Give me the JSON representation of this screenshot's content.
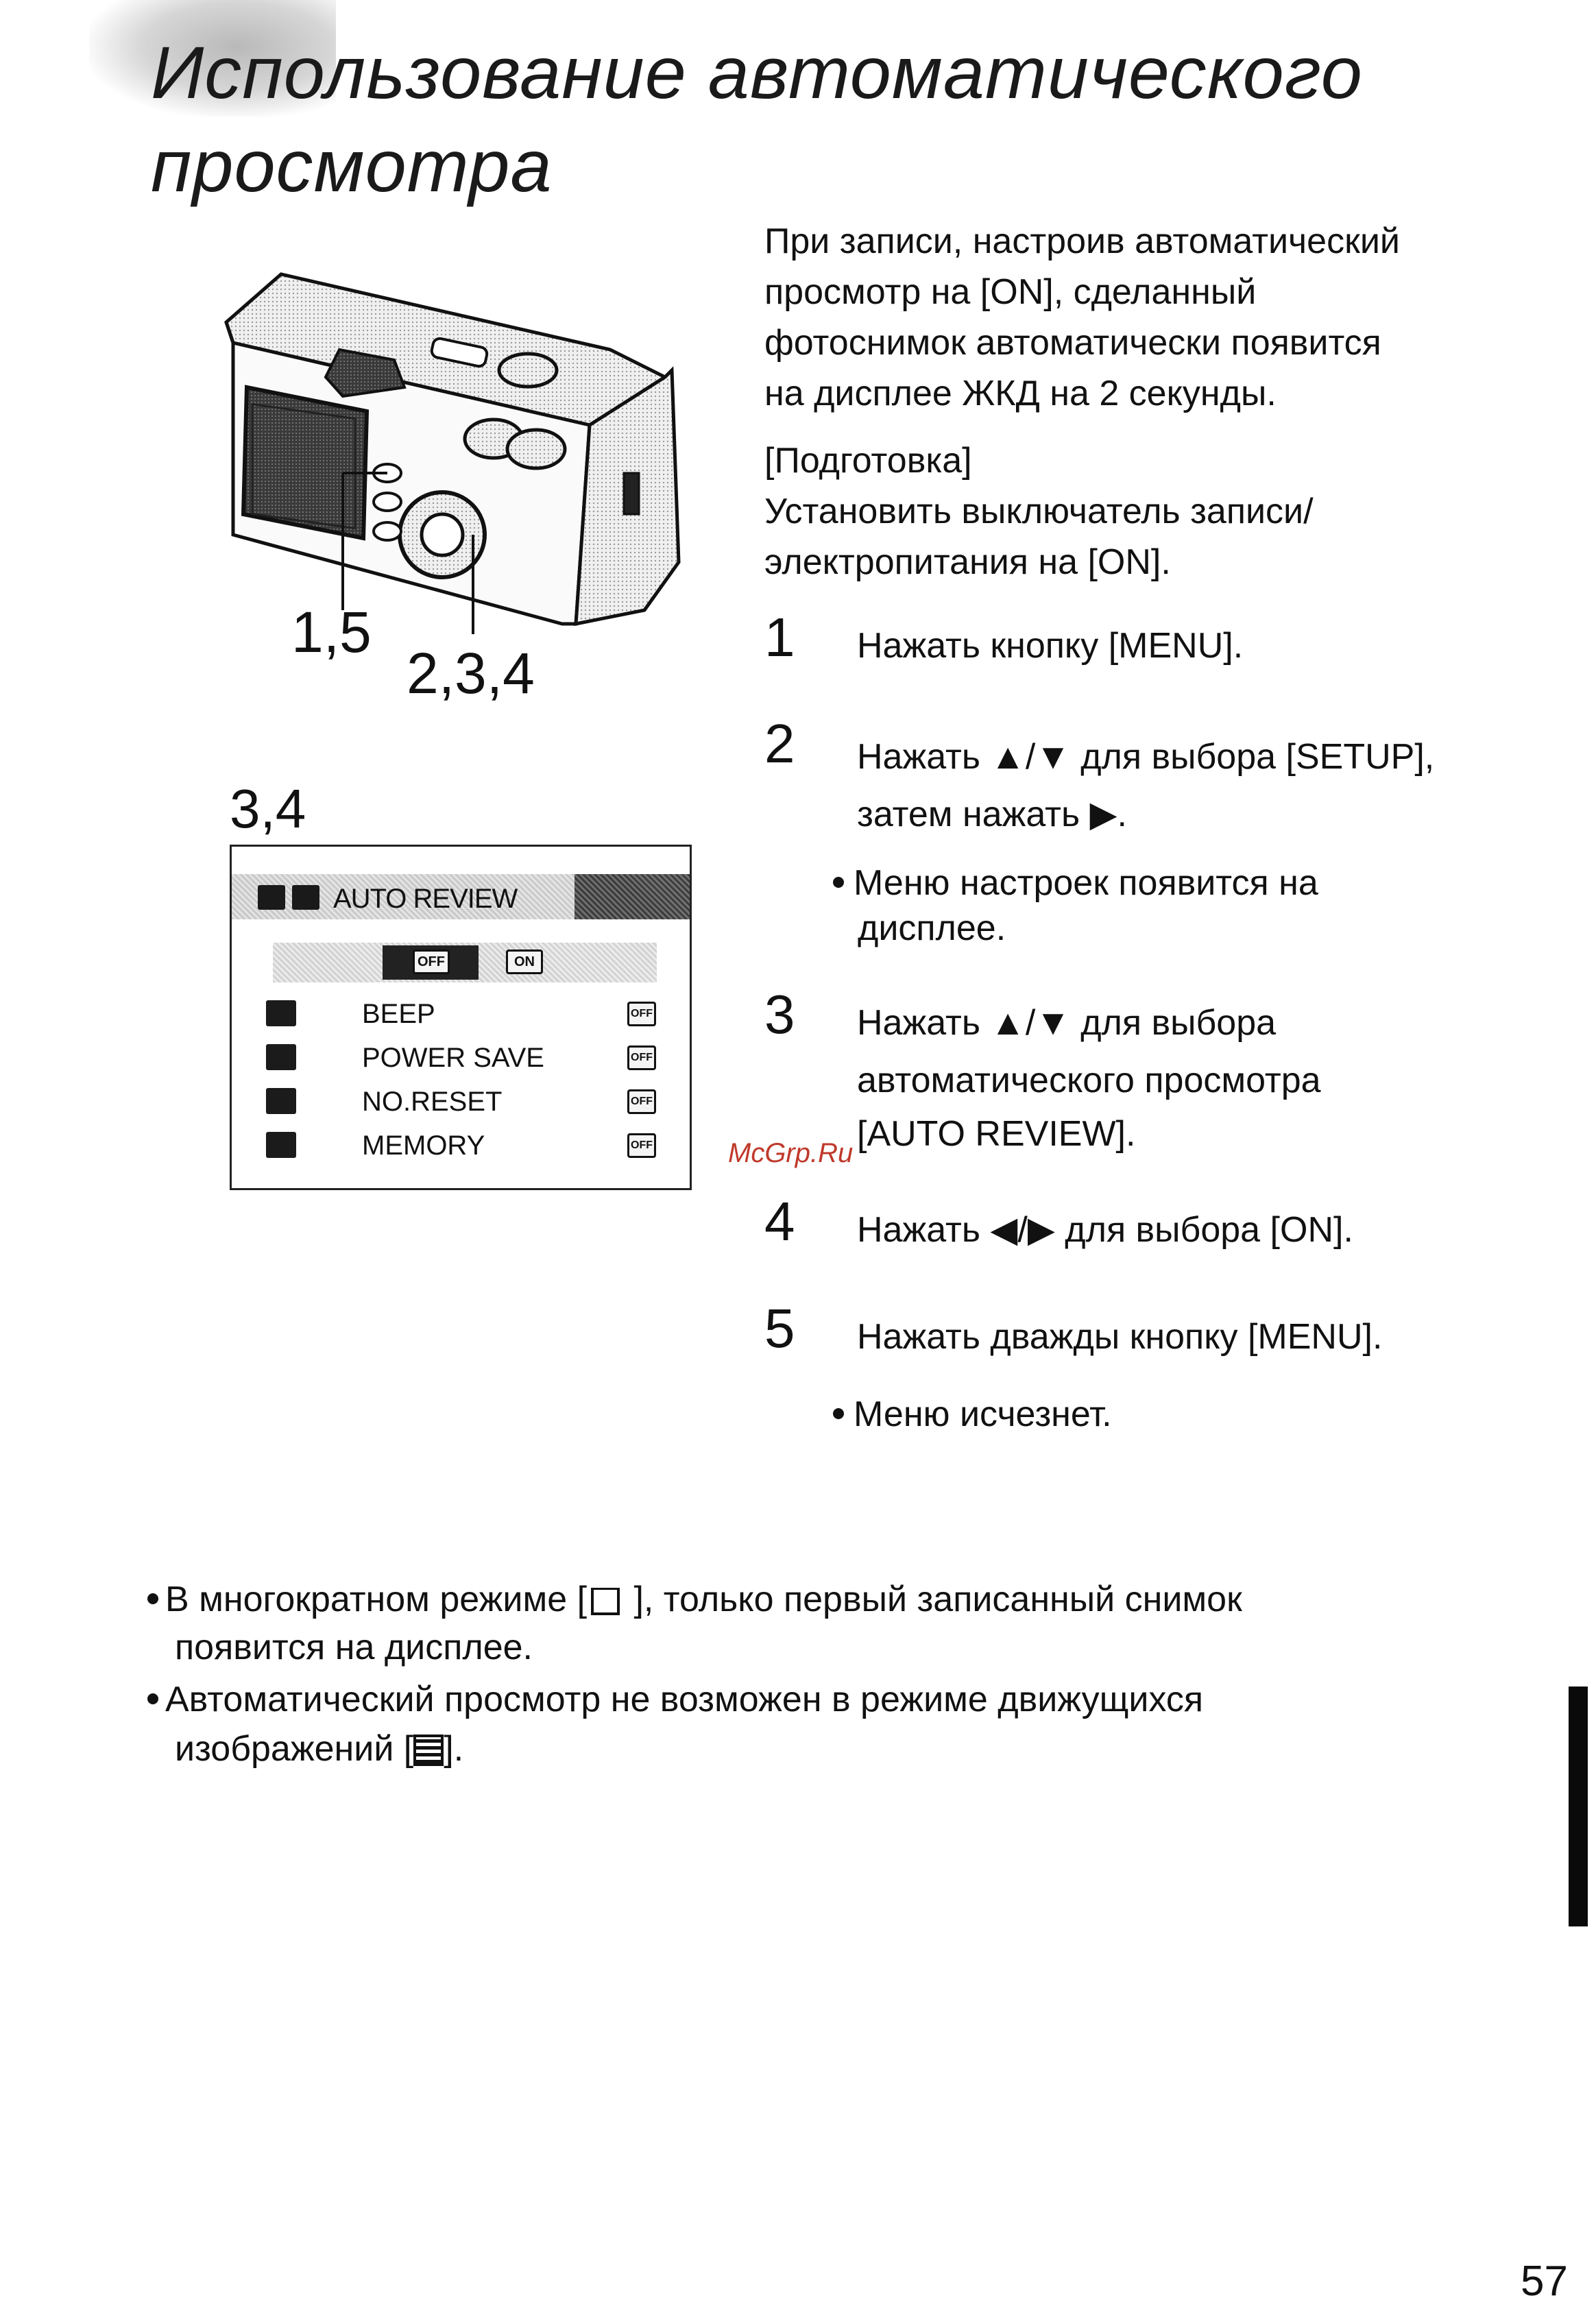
{
  "title": {
    "line1": "Использование автоматического",
    "line2": "просмотра"
  },
  "intro": [
    "При записи, настроив автоматический",
    "просмотр на [ON], сделанный",
    "фотоснимок автоматически появится",
    "на дисплее ЖКД на 2 секунды."
  ],
  "preparation": {
    "label": "[Подготовка]",
    "lines": [
      "Установить выключатель записи/",
      "электропитания на [ON]."
    ]
  },
  "steps": [
    {
      "num": "1",
      "lines": [
        "Нажать кнопку [MENU]."
      ]
    },
    {
      "num": "2",
      "lines": [
        "Нажать ▲/▼ для выбора [SETUP],",
        "затем нажать ▶."
      ],
      "bullet": [
        "Меню настроек появится на",
        "дисплее."
      ]
    },
    {
      "num": "3",
      "lines": [
        "Нажать ▲/▼ для выбора",
        "автоматического просмотра",
        "[AUTO REVIEW]."
      ]
    },
    {
      "num": "4",
      "lines": [
        "Нажать ◀/▶ для выбора [ON]."
      ]
    },
    {
      "num": "5",
      "lines": [
        "Нажать дважды кнопку [MENU]."
      ],
      "bullet": [
        "Меню исчезнет."
      ]
    }
  ],
  "callouts": {
    "c15": "1,5",
    "c234": "2,3,4",
    "c34": "3,4"
  },
  "menu_screen": {
    "header": "AUTO REVIEW",
    "options": [
      "OFF",
      "ON"
    ],
    "items": [
      {
        "label": "BEEP",
        "value": "OFF"
      },
      {
        "label": "POWER SAVE",
        "value": "OFF"
      },
      {
        "label": "NO.RESET",
        "value": "OFF"
      },
      {
        "label": "MEMORY",
        "value": "OFF"
      }
    ]
  },
  "watermark": "McGrp.Ru",
  "notes": {
    "n1_a": "В многократном режиме [",
    "n1_b": " ], только первый записанный снимок",
    "n1_c": "появится на дисплее.",
    "n2_a": "Автоматический просмотр не возможен в режиме движущихся",
    "n2_b": "изображений [",
    "n2_c": "]."
  },
  "page_number": "57",
  "colors": {
    "watermark": "#c0392b",
    "text": "#111111"
  }
}
